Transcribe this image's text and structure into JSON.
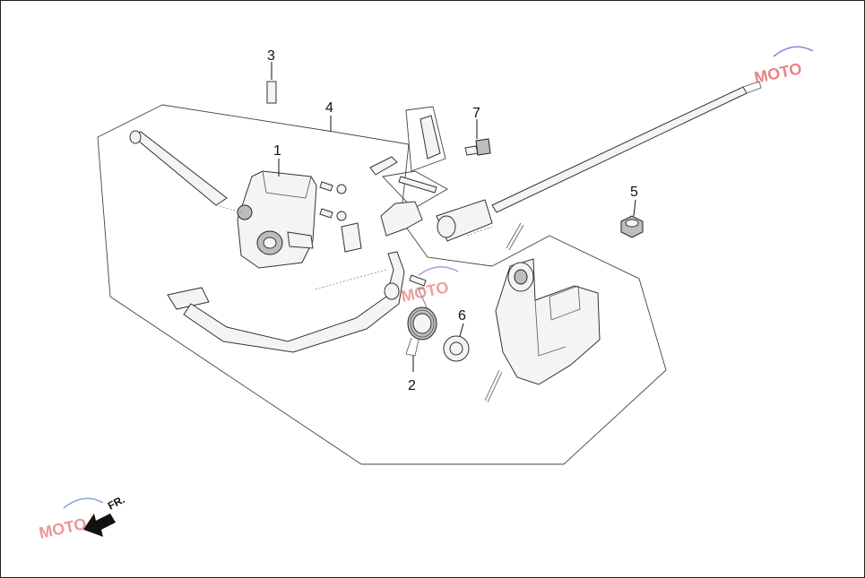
{
  "callouts": {
    "p1": "1",
    "p2": "2",
    "p3": "3",
    "p4": "4",
    "p5": "5",
    "p6": "6",
    "p7": "7"
  },
  "direction": {
    "label": "FR."
  },
  "watermark": {
    "text": "MOTO"
  },
  "colors": {
    "line": "#333333",
    "fill": "#f4f4f4",
    "dark": "#bdbdbd",
    "watermark": "#e05050",
    "watermark_accent": "#4060c0"
  }
}
